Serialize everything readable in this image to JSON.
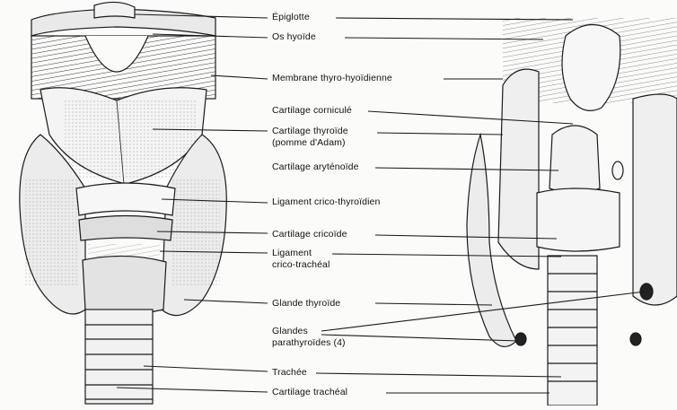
{
  "labels": {
    "epiglotte": "Épiglotte",
    "os_hyoide": "Os hyoïde",
    "membrane": "Membrane thyro-hyoïdienne",
    "corniculé": "Cartilage corniculé",
    "thyroide_1": "Cartilage thyroïde",
    "thyroide_2": "(pomme d'Adam)",
    "arytenoide": "Cartilage aryténoïde",
    "crico_thyroidien": "Ligament crico-thyroïdien",
    "cricoide": "Cartilage cricoïde",
    "crico_tracheal_1": "Ligament",
    "crico_tracheal_2": "crico-trachéal",
    "glande_thyroide": "Glande thyroïde",
    "parathyroides_1": "Glandes",
    "parathyroides_2": "parathyroïdes (4)",
    "trachee": "Trachée",
    "cartilage_tracheal": "Cartilage trachéal"
  },
  "colors": {
    "ink": "#1a1a1a",
    "paper": "#fbfbfa",
    "shade": "#cfcfcf"
  }
}
